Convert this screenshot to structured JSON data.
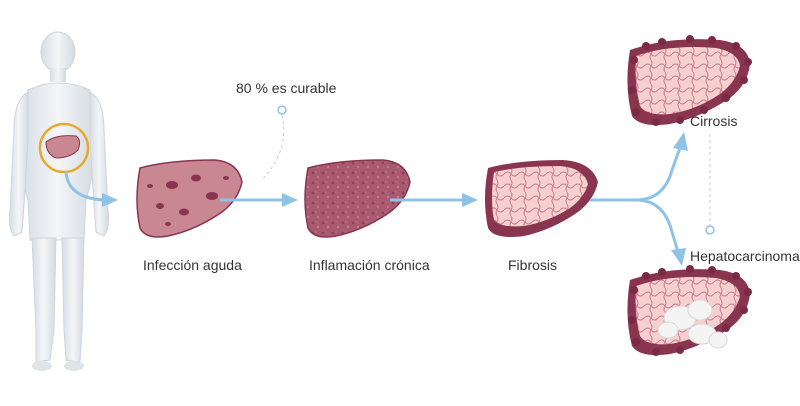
{
  "labels": {
    "curable_note": "80 % es curable",
    "stage1": "Infección aguda",
    "stage2": "Inflamación crónica",
    "stage3": "Fibrosis",
    "outcome1": "Cirrosis",
    "outcome2": "Hepatocarcinoma"
  },
  "colors": {
    "arrow": "#8fc3e6",
    "highlight_ring": "#e6a92e",
    "liver_healthy": "#c98891",
    "liver_inflamed": "#a8566a",
    "liver_fibrotic": "#f3c9c8",
    "liver_edge": "#8a3550",
    "tumor": "#f4f4f4",
    "body": "#e6eaee"
  }
}
